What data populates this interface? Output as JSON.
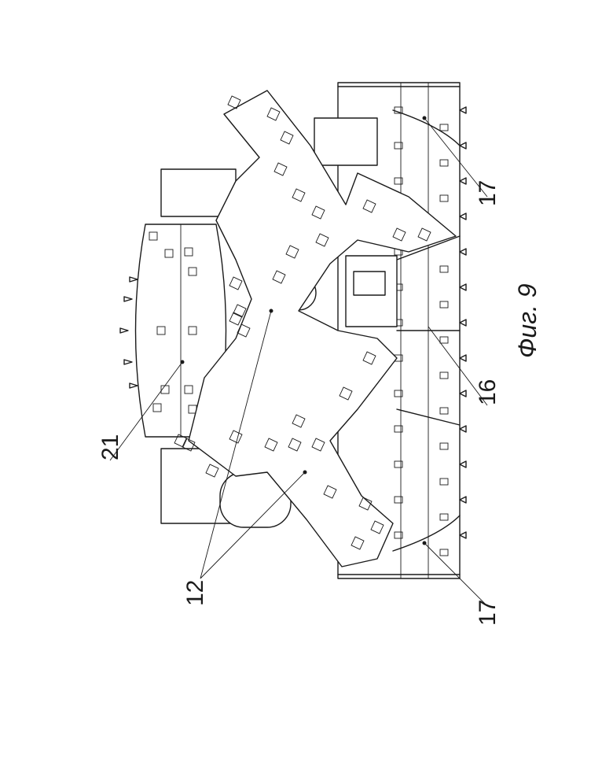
{
  "figure": {
    "caption": "Фиг. 9",
    "labels": {
      "boom_arms": "12",
      "central_drum": "16",
      "end_drum_right": "17",
      "end_drum_left": "17",
      "top_drum": "21"
    }
  }
}
